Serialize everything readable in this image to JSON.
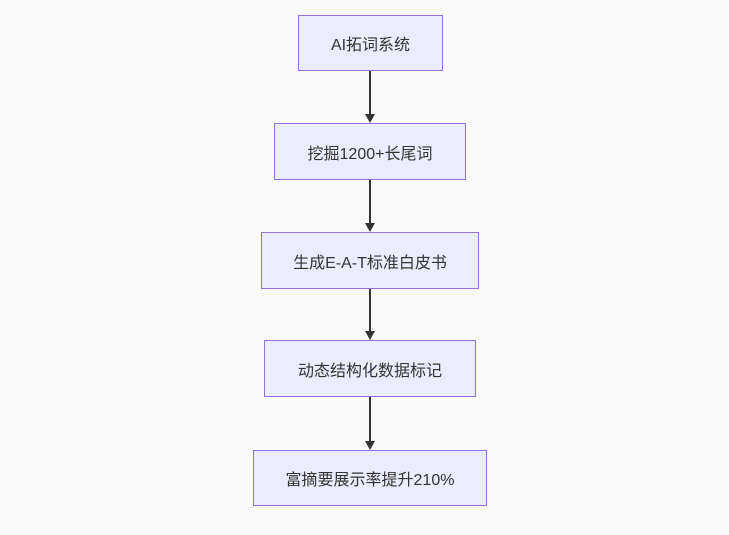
{
  "theme": {
    "background": "#fafafa",
    "node_fill": "#ECECFF",
    "node_border": "#9370DB",
    "node_text": "#333333",
    "arrow": "#333333"
  },
  "flowchart": {
    "type": "flowchart-top-down",
    "nodes": [
      {
        "id": "A",
        "label": "AI拓词系统"
      },
      {
        "id": "B",
        "label": "挖掘1200+长尾词"
      },
      {
        "id": "C",
        "label": "生成E-A-T标准白皮书"
      },
      {
        "id": "D",
        "label": "动态结构化数据标记"
      },
      {
        "id": "E",
        "label": "富摘要展示率提升210%"
      }
    ],
    "edges": [
      {
        "from": "A",
        "to": "B"
      },
      {
        "from": "B",
        "to": "C"
      },
      {
        "from": "C",
        "to": "D"
      },
      {
        "from": "D",
        "to": "E"
      }
    ]
  }
}
